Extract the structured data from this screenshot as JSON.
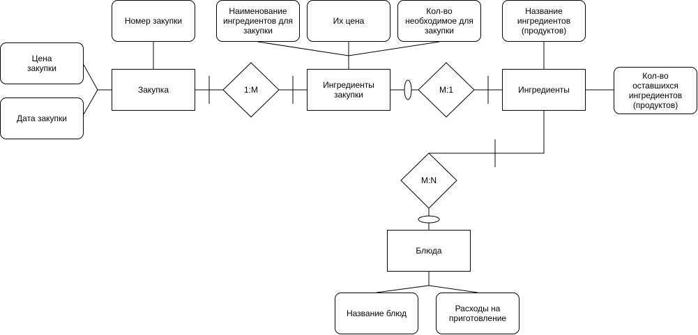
{
  "entities": {
    "purchase": "Закупка",
    "purchase_ingredients": "Ингредиенты\nзакупки",
    "ingredients": "Ингредиенты",
    "dishes": "Блюда"
  },
  "attributes": {
    "purchase_number": "Номер закупки",
    "purchase_price": "Цена\nзакупки",
    "purchase_date": "Дата закупки",
    "ingredient_names_for_purchase": "Наименование\nингредиентов для\nзакупки",
    "their_price": "Их цена",
    "quantity_needed_for_purchase": "Кол-во\nнеобходимое для\nзакупки",
    "ingredient_product_name": "Название\nингредиентов\n(продуктов)",
    "remaining_ingredients_count": "Кол-во\nоставшихся\nингредиентов\n(продуктов)",
    "dish_name": "Название блюд",
    "cooking_expenses": "Расходы на\nприготовление"
  },
  "relationships": {
    "purchase_to_purchase_ingredients": "1:M",
    "purchase_ingredients_to_ingredients": "M:1",
    "ingredients_to_dishes": "M:N"
  }
}
